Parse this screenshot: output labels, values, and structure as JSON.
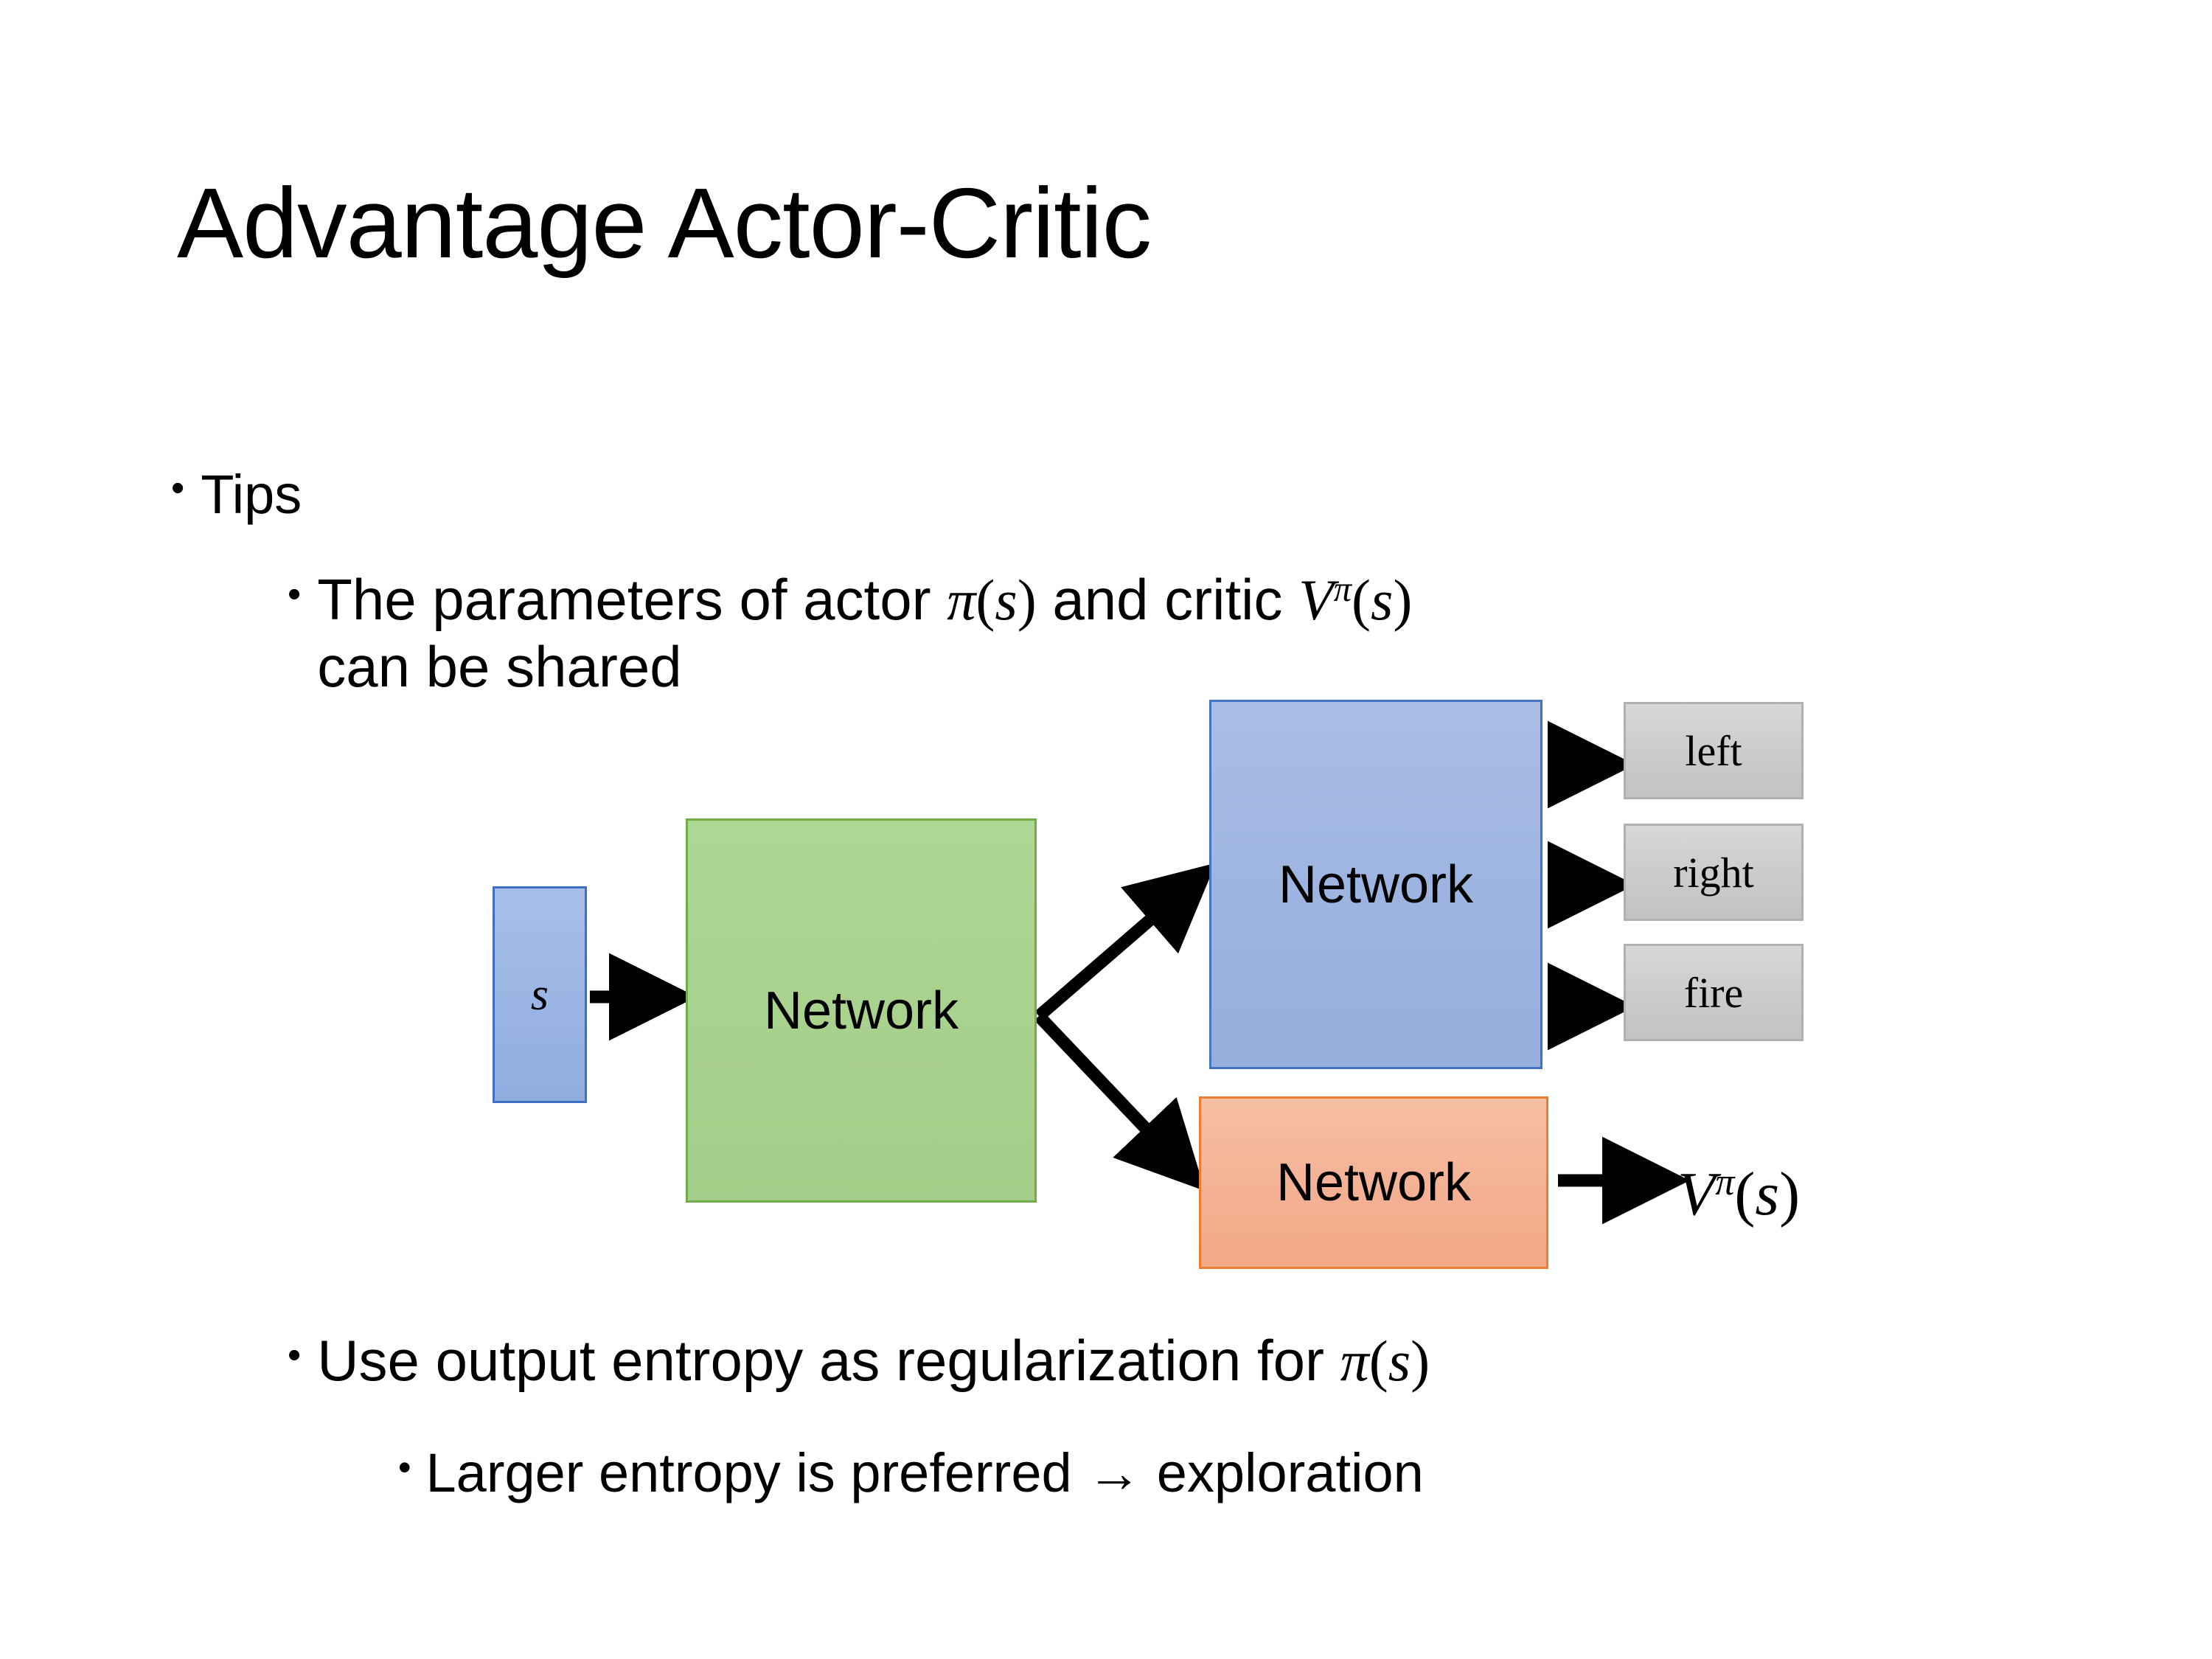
{
  "slide": {
    "title": "Advantage Actor-Critic",
    "background": "#ffffff"
  },
  "bullets": {
    "tips": {
      "marker": "•",
      "text": "Tips"
    },
    "parameters": {
      "marker": "•",
      "text_before": "The parameters of actor ",
      "math_policy": "π(s)",
      "text_middle": "  and critic ",
      "math_value": "Vπ(s)",
      "text_after": "can be shared",
      "full_text": "The parameters of actor π(s)  and critic Vπ(s) can be shared"
    },
    "entropy": {
      "marker": "•",
      "text_before": "Use output entropy as regularization for ",
      "math_policy": "π(s)",
      "full_text": "Use output entropy as regularization for π(s)"
    },
    "larger": {
      "marker": "•",
      "text": "Larger entropy is preferred → exploration"
    }
  },
  "diagram": {
    "state_node": {
      "label": "s",
      "fill": "#9ab5e4",
      "stroke": "#3f6fc4"
    },
    "shared_node": {
      "label": "Network",
      "fill": "#a8d18d",
      "stroke": "#70ad47"
    },
    "actor_node": {
      "label": "Network",
      "fill": "#9db4e1",
      "stroke": "#4472c4"
    },
    "critic_node": {
      "label": "Network",
      "fill": "#f4b194",
      "stroke": "#ed7d31"
    },
    "action_outputs": [
      {
        "label": "left",
        "fill": "#cdcdcd",
        "stroke": "#b0b0b0"
      },
      {
        "label": "right",
        "fill": "#cdcdcd",
        "stroke": "#b0b0b0"
      },
      {
        "label": "fire",
        "fill": "#cdcdcd",
        "stroke": "#b0b0b0"
      }
    ],
    "value_output": {
      "label": "Vπ(s)"
    },
    "arrow_color": "#000000",
    "edges": [
      {
        "from": "state_node",
        "to": "shared_node"
      },
      {
        "from": "shared_node",
        "to": "actor_node"
      },
      {
        "from": "shared_node",
        "to": "critic_node"
      },
      {
        "from": "actor_node",
        "to": "left"
      },
      {
        "from": "actor_node",
        "to": "right"
      },
      {
        "from": "actor_node",
        "to": "fire"
      },
      {
        "from": "critic_node",
        "to": "value_output"
      }
    ]
  }
}
